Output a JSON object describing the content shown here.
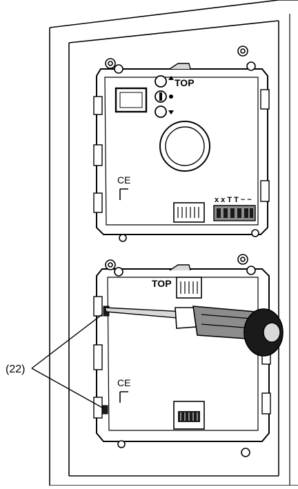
{
  "figure": {
    "label_top_module": "TOP",
    "label_bottom_module": "TOP",
    "ce_mark_top": "CE",
    "ce_mark_bottom": "CE",
    "terminal_labels": "x x T T ~ ~",
    "callout_label": "(22)",
    "icons": {
      "button_a": "bell-triangle-up-icon",
      "button_b": "key-icon",
      "button_c": "bell-triangle-down-icon"
    },
    "colors": {
      "line": "#000000",
      "fill": "#ffffff",
      "shade": "#d9d9d9",
      "dark": "#1a1a1a",
      "mid": "#8c8c8c"
    }
  }
}
